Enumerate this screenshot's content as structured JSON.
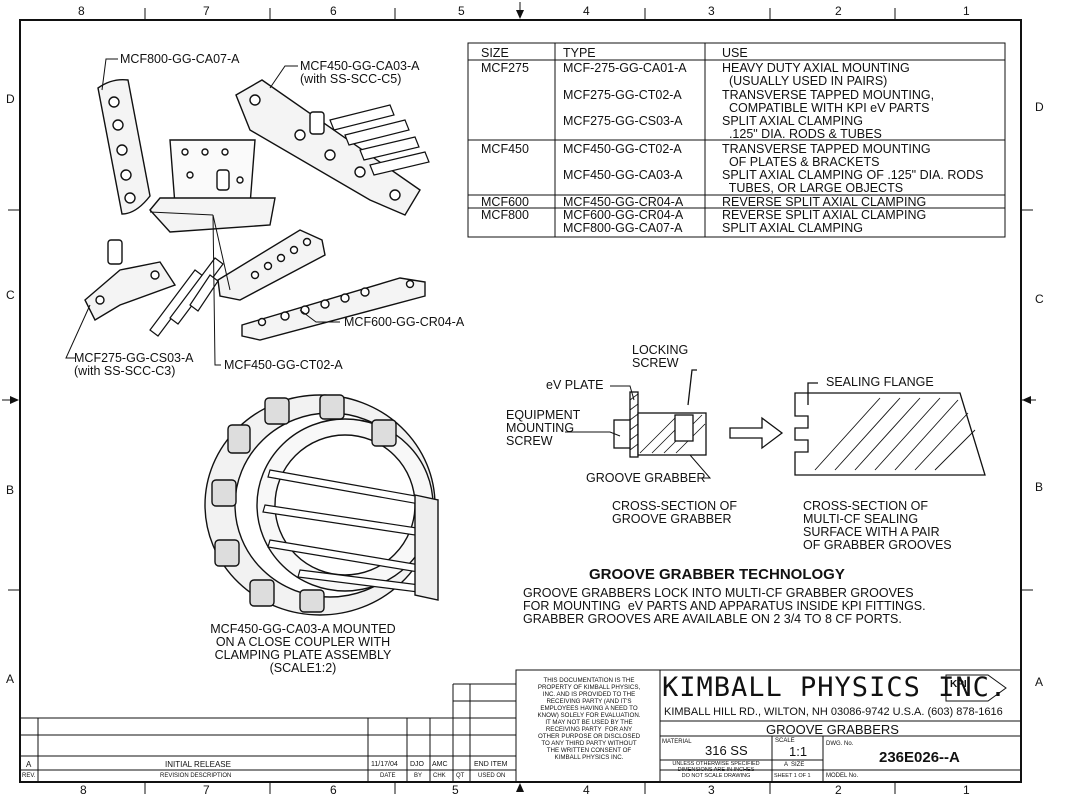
{
  "zones": {
    "columns": [
      "8",
      "7",
      "6",
      "5",
      "4",
      "3",
      "2",
      "1"
    ],
    "rows": [
      "D",
      "C",
      "B",
      "A"
    ]
  },
  "parts": {
    "mcf800": "MCF800-GG-CA07-A",
    "mcf450_ca03": "MCF450-GG-CA03-A\n(with SS-SCC-C5)",
    "mcf600": "MCF600-GG-CR04-A",
    "mcf275_cs03": "MCF275-GG-CS03-A\n(with SS-SCC-C3)",
    "mcf450_ct02": "MCF450-GG-CT02-A",
    "assembly_caption": "MCF450-GG-CA03-A MOUNTED\nON A CLOSE COUPLER WITH\nCLAMPING PLATE ASSEMBLY\n(SCALE1:2)"
  },
  "table": {
    "headers": [
      "SIZE",
      "TYPE",
      "USE"
    ],
    "rows": [
      {
        "size": "MCF275",
        "type": "MCF-275-GG-CA01-A",
        "use": "HEAVY DUTY AXIAL MOUNTING\n  (USUALLY USED IN PAIRS)"
      },
      {
        "size": "",
        "type": "MCF275-GG-CT02-A",
        "use": "TRANSVERSE TAPPED MOUNTING,\n  COMPATIBLE WITH KPI eV PARTS"
      },
      {
        "size": "",
        "type": "MCF275-GG-CS03-A",
        "use": "SPLIT AXIAL CLAMPING\n  .125\" DIA. RODS & TUBES"
      },
      {
        "size": "MCF450",
        "type": "MCF450-GG-CT02-A",
        "use": "TRANSVERSE TAPPED MOUNTING\n  OF PLATES & BRACKETS"
      },
      {
        "size": "",
        "type": "MCF450-GG-CA03-A",
        "use": "SPLIT AXIAL CLAMPING OF .125\" DIA. RODS\n  TUBES, OR LARGE OBJECTS"
      },
      {
        "size": "MCF600",
        "type": "MCF450-GG-CR04-A",
        "use": "REVERSE SPLIT AXIAL CLAMPING"
      },
      {
        "size": "MCF800",
        "type": "MCF600-GG-CR04-A\nMCF800-GG-CA07-A",
        "use": "REVERSE SPLIT AXIAL CLAMPING\nSPLIT AXIAL CLAMPING"
      }
    ]
  },
  "section": {
    "locking_screw": "LOCKING\nSCREW",
    "ev_plate": "eV PLATE",
    "equipment_screw": "EQUIPMENT\nMOUNTING\nSCREW",
    "groove_grabber": "GROOVE GRABBER",
    "sealing_flange": "SEALING FLANGE",
    "cross_section_a": "CROSS-SECTION OF\nGROOVE GRABBER",
    "cross_section_b": "CROSS-SECTION OF\nMULTI-CF SEALING\nSURFACE WITH A PAIR\nOF GRABBER GROOVES"
  },
  "technology": {
    "title": "GROOVE GRABBER TECHNOLOGY",
    "body": "GROOVE GRABBERS LOCK INTO MULTI-CF GRABBER GROOVES\nFOR MOUNTING  eV PARTS AND APPARATUS INSIDE KPI FITTINGS.\nGRABBER GROOVES ARE AVAILABLE ON 2 3/4 TO 8 CF PORTS."
  },
  "title_block": {
    "disclaimer": "THIS DOCUMENTATION IS THE\nPROPERTY OF KIMBALL PHYSICS,\nINC. AND IS PROVIDED TO THE\nRECEIVING PARTY (AND IT'S\nEMPLOYEES HAVING A NEED TO\nKNOW) SOLELY FOR EVALUATION.\nIT MAY NOT BE USED BY THE\nRECEIVING PARTY  FOR ANY\nOTHER PURPOSE OR DISCLOSED\nTO ANY THIRD PARTY WITHOUT\nTHE WRITTEN CONSENT OF\nKIMBALL PHYSICS INC.",
    "company": "KIMBALL PHYSICS INC.",
    "kpi": "KPI",
    "address": "KIMBALL HILL RD., WILTON, NH  03086-9742  U.S.A.  (603)  878-1616",
    "title": "GROOVE GRABBERS",
    "material_label": "MATERIAL",
    "material": "316 SS",
    "scale_label": "SCALE",
    "scale": "1:1",
    "dwg_label": "DWG. No.",
    "dwg_no": "236E026--A",
    "unless": "UNLESS OTHERWISE SPECIFIED\nDIMENSIONS ARE IN INCHES\nDO NOT SCALE DRAWING",
    "size_label": "A  SIZE",
    "sheet": "SHEET 1 OF 1",
    "model_label": "MODEL No.",
    "rev_letter": "A",
    "rev_desc": "INITIAL RELEASE",
    "rev_date": "11/17/04",
    "rev_by": "DJO",
    "rev_chk": "AMC",
    "end_item": "END ITEM",
    "hdr_rev": "REV.",
    "hdr_desc": "REVISION DESCRIPTION",
    "hdr_date": "DATE",
    "hdr_by": "BY",
    "hdr_chk": "CHK",
    "hdr_qt": "QT",
    "hdr_used": "USED ON"
  }
}
